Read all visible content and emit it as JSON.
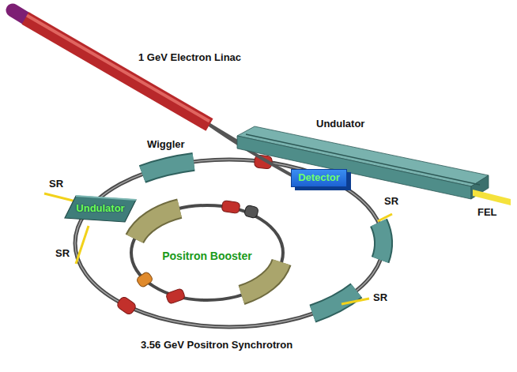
{
  "diagram": {
    "caption": "3.56 GeV Positron Synchrotron",
    "nodes": [
      {
        "text": [
          "Detector"
        ]
      },
      {
        "text": [
          "Undulator"
        ]
      },
      {
        "text": [
          "Positron Booster"
        ]
      }
    ],
    "labels": [
      "1 GeV Electron Linac",
      "Undulator",
      "Wiggler",
      "SR",
      "SR",
      "SR",
      "SR",
      "FEL"
    ]
  }
}
